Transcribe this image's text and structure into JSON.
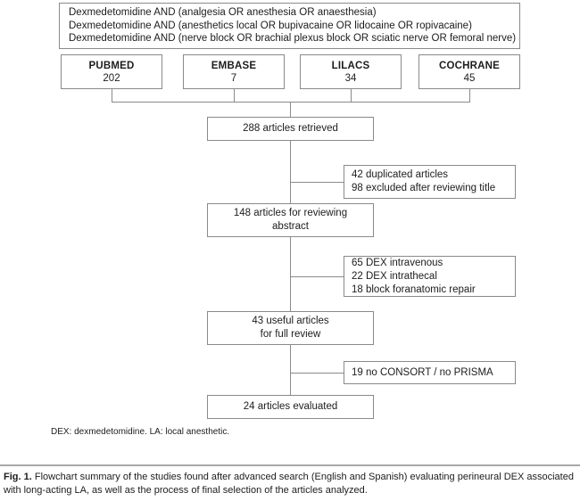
{
  "figure": {
    "search_strategy": {
      "lines": [
        "Dexmedetomidine AND (analgesia OR anesthesia OR anaesthesia)",
        "Dexmedetomidine AND (anesthetics local OR bupivacaine OR lidocaine OR ropivacaine)",
        "Dexmedetomidine AND (nerve block OR brachial plexus block OR sciatic nerve OR femoral nerve)"
      ]
    },
    "databases": [
      {
        "name": "PUBMED",
        "count": "202"
      },
      {
        "name": "EMBASE",
        "count": "7"
      },
      {
        "name": "LILACS",
        "count": "34"
      },
      {
        "name": "COCHRANE",
        "count": "45"
      }
    ],
    "stages": [
      {
        "lines": [
          "288 articles retrieved"
        ]
      },
      {
        "lines": [
          "148 articles for reviewing",
          "abstract"
        ]
      },
      {
        "lines": [
          "43 useful articles",
          "for full review"
        ]
      },
      {
        "lines": [
          "24 articles evaluated"
        ]
      }
    ],
    "exclusions": [
      {
        "lines": [
          "42 duplicated articles",
          "98 excluded after reviewing title"
        ]
      },
      {
        "lines": [
          "65 DEX intravenous",
          "22 DEX intrathecal",
          "18 block foranatomic repair"
        ]
      },
      {
        "lines": [
          "19 no CONSORT / no PRISMA"
        ]
      }
    ],
    "footnote": "DEX: dexmedetomidine. LA: local anesthetic.",
    "caption": {
      "label": "Fig. 1.",
      "text": "Flowchart summary of the studies found after advanced search (English and Spanish) evaluating perineural DEX associated with long-acting LA, as well as the process of final selection of the articles analyzed."
    },
    "colors": {
      "border": "#8a8a8a",
      "text": "#1c1c1c",
      "background": "#ffffff"
    }
  }
}
